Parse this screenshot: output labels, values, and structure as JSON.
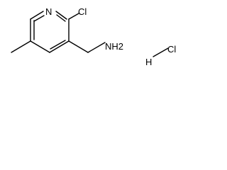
{
  "molecule": {
    "ring_nitrogen": "N",
    "chlorine_substituent": "Cl",
    "amine_group": "NH2",
    "hcl_hydrogen": "H",
    "hcl_chlorine": "Cl"
  },
  "colors": {
    "bond": "#000000",
    "label": "#000000",
    "background": "#ffffff"
  }
}
